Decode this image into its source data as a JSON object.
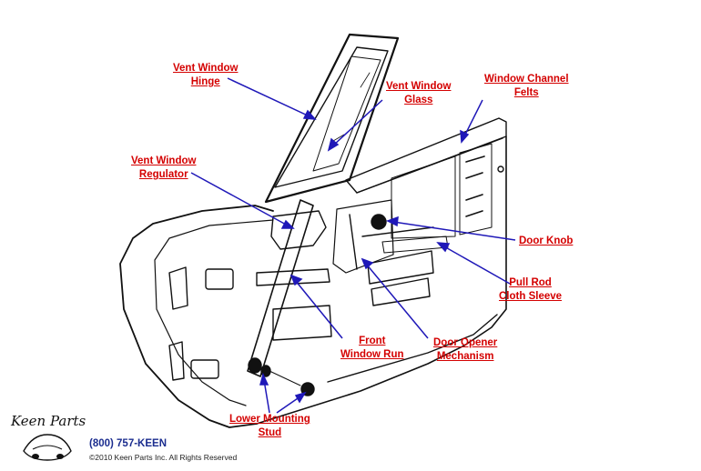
{
  "colors": {
    "label": "#d40000",
    "leader": "#1f18b8",
    "drawing": "#111111",
    "phone": "#1b2d8f"
  },
  "labels": {
    "vent_window_hinge": [
      "Vent Window",
      "Hinge"
    ],
    "vent_window_glass": [
      "Vent Window",
      "Glass"
    ],
    "window_channel_felts": [
      "Window Channel",
      "Felts"
    ],
    "vent_window_regulator": [
      "Vent Window",
      "Regulator"
    ],
    "door_knob": [
      "Door Knob"
    ],
    "pull_rod_cloth_sleeve": [
      "Pull Rod",
      "Cloth Sleeve"
    ],
    "front_window_run": [
      "Front",
      "Window Run"
    ],
    "door_opener_mechanism": [
      "Door Opener",
      "Mechanism"
    ],
    "lower_mounting_stud": [
      "Lower Mounting",
      "Stud"
    ]
  },
  "footer": {
    "logo_text": "Keen Parts",
    "phone": "(800) 757-KEEN",
    "copyright": "©2010 Keen Parts Inc. All Rights Reserved"
  }
}
